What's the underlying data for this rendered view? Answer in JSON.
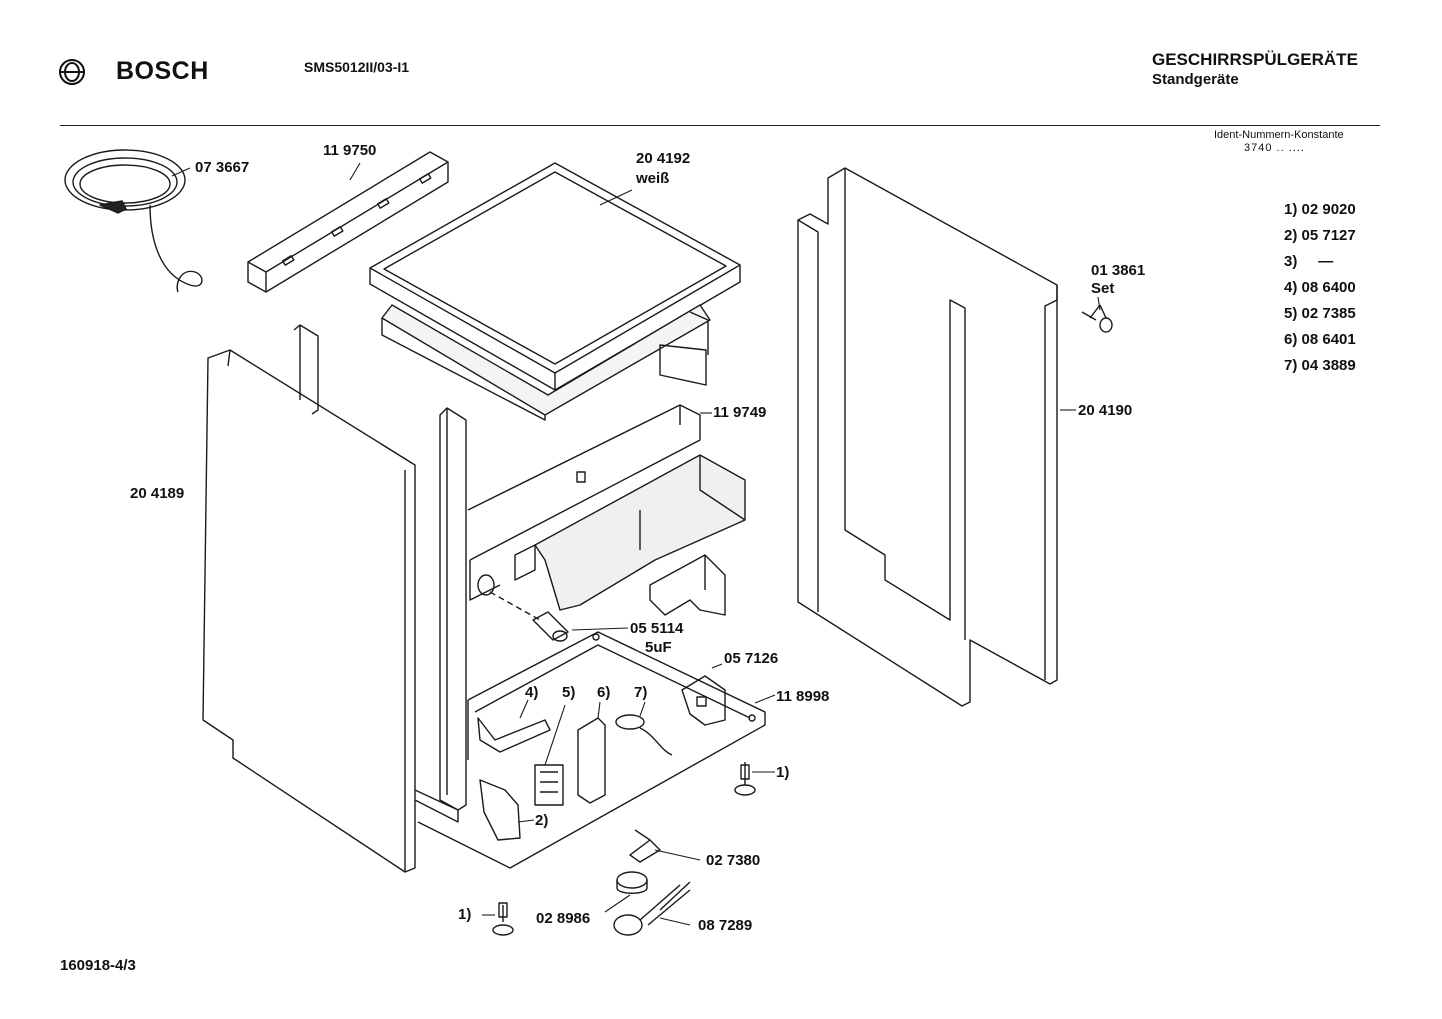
{
  "header": {
    "brand": "BOSCH",
    "model": "SMS5012II/03-I1",
    "category_title": "GESCHIRRSPÜLGERÄTE",
    "category_subtitle": "Standgeräte",
    "ident_label": "Ident-Nummern-Konstante",
    "ident_code": "3740 .. ...."
  },
  "footnotes": [
    {
      "key": "1)",
      "value": "02 9020"
    },
    {
      "key": "2)",
      "value": "05 7127"
    },
    {
      "key": "3)",
      "value": "—"
    },
    {
      "key": "4)",
      "value": "08 6400"
    },
    {
      "key": "5)",
      "value": "02 7385"
    },
    {
      "key": "6)",
      "value": "08 6401"
    },
    {
      "key": "7)",
      "value": "04 3889"
    }
  ],
  "parts": {
    "power_cord": "07 3667",
    "top_rail": "11 9750",
    "worktop": "20 4192",
    "worktop_note": "weiß",
    "screw_set": "01 3861",
    "screw_set_note": "Set",
    "side_panel_right": "20 4190",
    "crossbar": "11 9749",
    "side_panel_left": "20 4189",
    "capacitor": "05 5114",
    "capacitor_note": "5uF",
    "bracket": "05 7126",
    "base_frame": "11 8998",
    "foot_ref_right": "1)",
    "ref_2": "2)",
    "ref_4": "4)",
    "ref_5": "5)",
    "ref_6": "6)",
    "ref_7": "7)",
    "switch": "02 7380",
    "float": "02 8986",
    "sensor": "08 7289",
    "foot_ref_left": "1)"
  },
  "document_number": "160918-4/3"
}
